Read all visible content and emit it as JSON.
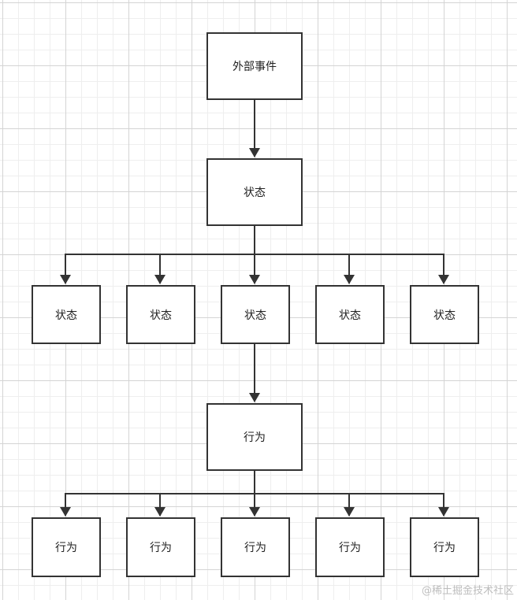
{
  "diagram": {
    "root": {
      "label": "外部事件"
    },
    "state_parent": {
      "label": "状态"
    },
    "states": [
      {
        "label": "状态"
      },
      {
        "label": "状态"
      },
      {
        "label": "状态"
      },
      {
        "label": "状态"
      },
      {
        "label": "状态"
      }
    ],
    "action_parent": {
      "label": "行为"
    },
    "actions": [
      {
        "label": "行为"
      },
      {
        "label": "行为"
      },
      {
        "label": "行为"
      },
      {
        "label": "行为"
      },
      {
        "label": "行为"
      }
    ]
  },
  "watermark": "@稀土掘金技术社区",
  "colors": {
    "stroke": "#333333",
    "box_fill": "#ffffff",
    "grid": "#d4d4d4"
  }
}
